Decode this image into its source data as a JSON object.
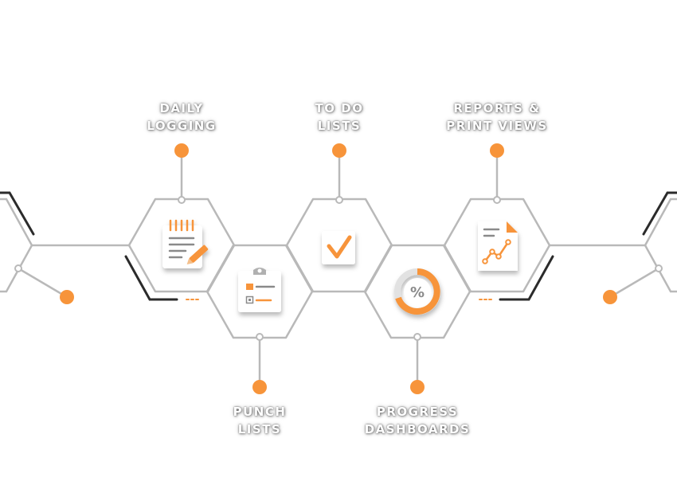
{
  "features": [
    {
      "line1": "Daily",
      "line2": "Logging",
      "icon": "notepad-pencil-icon"
    },
    {
      "line1": "Punch",
      "line2": "Lists",
      "icon": "clipboard-checklist-icon"
    },
    {
      "line1": "To Do",
      "line2": "Lists",
      "icon": "checkmark-icon"
    },
    {
      "line1": "Progress",
      "line2": "Dashboards",
      "icon": "percent-donut-icon"
    },
    {
      "line1": "Reports &",
      "line2": "Print Views",
      "icon": "report-chart-icon"
    }
  ],
  "colors": {
    "accent": "#f7943a",
    "outline": "#b9b9b9",
    "dark_stroke": "#2b2b2b",
    "icon_gray": "#8a8a8a"
  }
}
